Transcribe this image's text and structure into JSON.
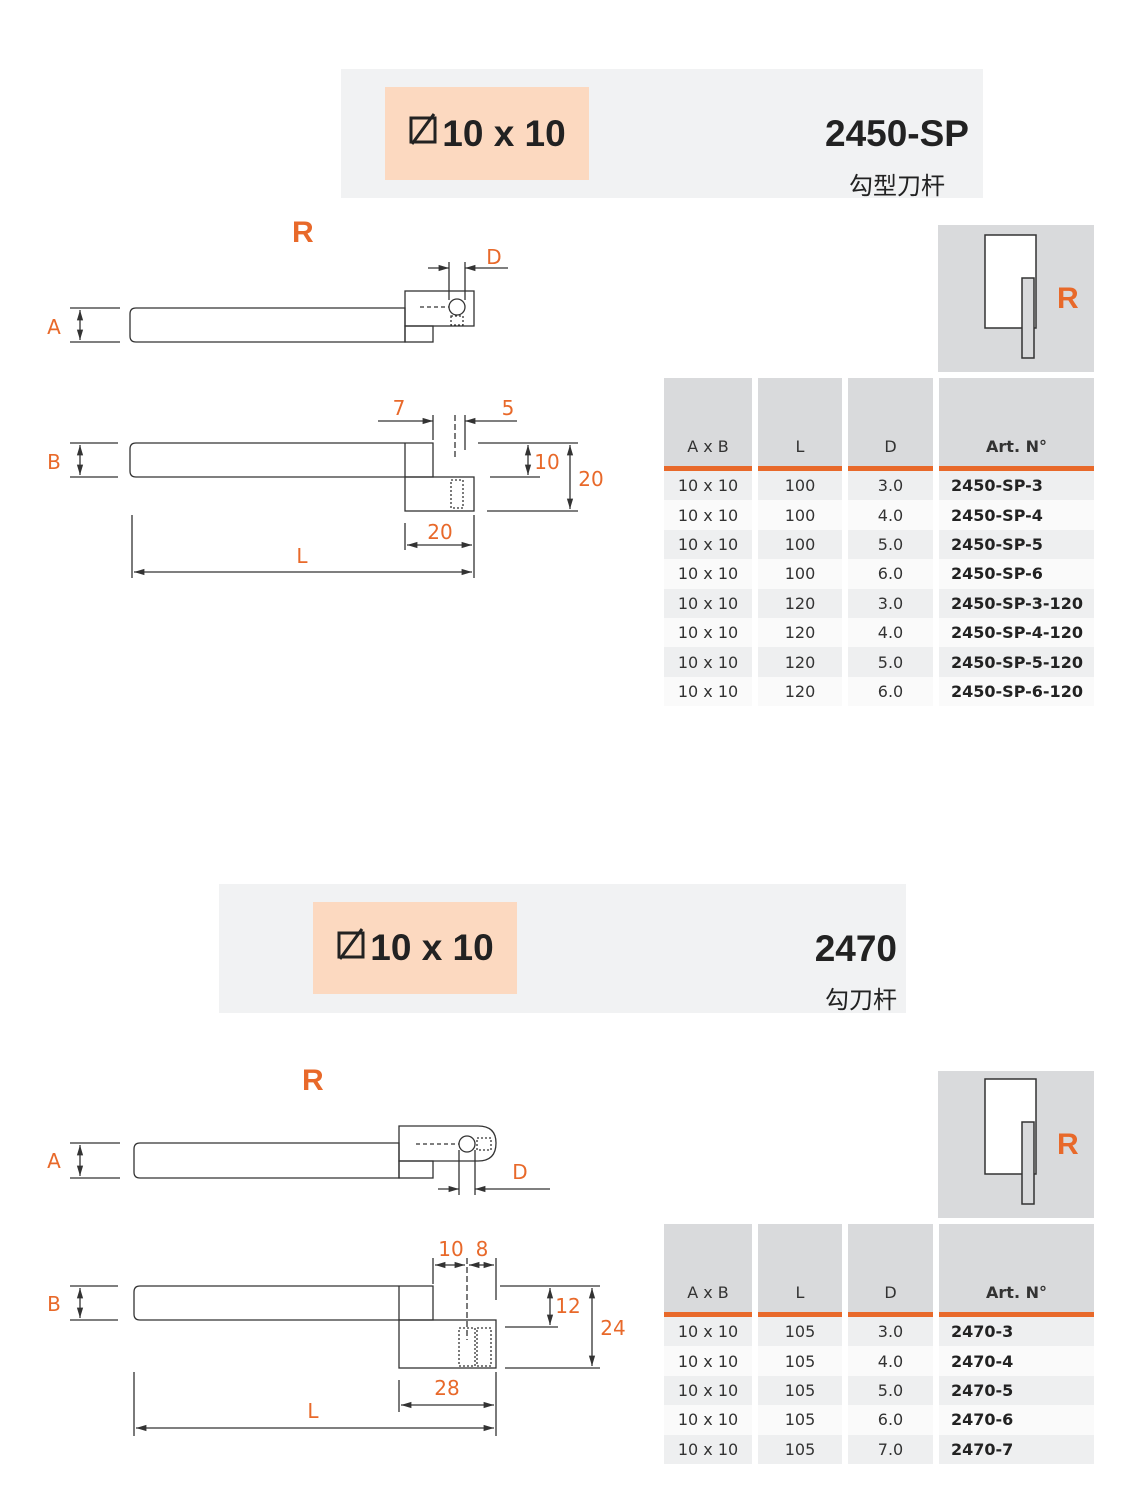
{
  "sections": [
    {
      "size_label": "10 x 10",
      "code": "2450-SP",
      "subtitle": "勾型刀杆",
      "hand": "R",
      "icon_hand": "R",
      "dims": {
        "A": "A",
        "B": "B",
        "D": "D",
        "L": "L",
        "d7": "7",
        "d5": "5",
        "d10": "10",
        "d20v": "20",
        "d20h": "20"
      },
      "columns": [
        "A x B",
        "L",
        "D",
        "Art. N°"
      ],
      "rows": [
        [
          "10 x 10",
          "100",
          "3.0",
          "2450-SP-3"
        ],
        [
          "10 x 10",
          "100",
          "4.0",
          "2450-SP-4"
        ],
        [
          "10 x 10",
          "100",
          "5.0",
          "2450-SP-5"
        ],
        [
          "10 x 10",
          "100",
          "6.0",
          "2450-SP-6"
        ],
        [
          "10 x 10",
          "120",
          "3.0",
          "2450-SP-3-120"
        ],
        [
          "10 x 10",
          "120",
          "4.0",
          "2450-SP-4-120"
        ],
        [
          "10 x 10",
          "120",
          "5.0",
          "2450-SP-5-120"
        ],
        [
          "10 x 10",
          "120",
          "6.0",
          "2450-SP-6-120"
        ]
      ]
    },
    {
      "size_label": "10 x 10",
      "code": "2470",
      "subtitle": "勾刀杆",
      "hand": "R",
      "icon_hand": "R",
      "dims": {
        "A": "A",
        "B": "B",
        "D": "D",
        "L": "L",
        "d10": "10",
        "d8": "8",
        "d12": "12",
        "d24": "24",
        "d28": "28"
      },
      "columns": [
        "A x B",
        "L",
        "D",
        "Art. N°"
      ],
      "rows": [
        [
          "10 x 10",
          "105",
          "3.0",
          "2470-3"
        ],
        [
          "10 x 10",
          "105",
          "4.0",
          "2470-4"
        ],
        [
          "10 x 10",
          "105",
          "5.0",
          "2470-5"
        ],
        [
          "10 x 10",
          "105",
          "6.0",
          "2470-6"
        ],
        [
          "10 x 10",
          "105",
          "7.0",
          "2470-7"
        ]
      ]
    }
  ],
  "colors": {
    "accent": "#e8692a",
    "size_box": "#fcd9c0",
    "band": "#f1f2f3",
    "header": "#d9dadc"
  }
}
